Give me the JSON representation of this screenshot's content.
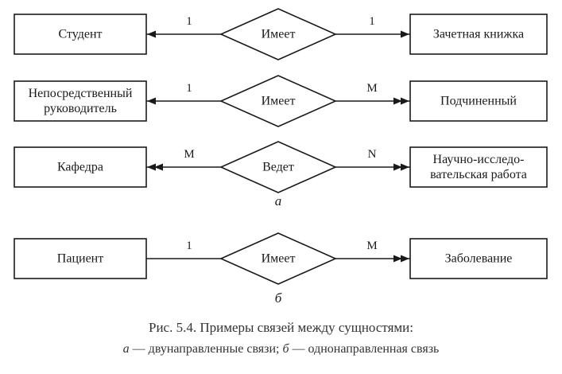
{
  "rows": [
    {
      "left": [
        "Студент"
      ],
      "relation": "Имеет",
      "right": [
        "Зачетная книжка"
      ],
      "left_card": "1",
      "right_card": "1",
      "left_arrow": "single",
      "right_arrow": "single"
    },
    {
      "left": [
        "Непосредственный",
        "руководитель"
      ],
      "relation": "Имеет",
      "right": [
        "Подчиненный"
      ],
      "left_card": "1",
      "right_card": "M",
      "left_arrow": "single",
      "right_arrow": "double"
    },
    {
      "left": [
        "Кафедра"
      ],
      "relation": "Ведет",
      "right": [
        "Научно-исследо-",
        "вательская работа"
      ],
      "left_card": "M",
      "right_card": "N",
      "left_arrow": "double",
      "right_arrow": "double"
    },
    {
      "left": [
        "Пациент"
      ],
      "relation": "Имеет",
      "right": [
        "Заболевание"
      ],
      "left_card": "1",
      "right_card": "M",
      "left_arrow": "none",
      "right_arrow": "double"
    }
  ],
  "part_labels": [
    "а",
    "б"
  ],
  "caption": {
    "line1": "Рис. 5.4. Примеры связей между сущностями:",
    "a_mark": "а",
    "a_text": " — двунаправленные связи; ",
    "b_mark": "б",
    "b_text": " — однонаправленная связь"
  },
  "colors": {
    "ink": "#1a1a1a",
    "caption": "#333333",
    "background": "#ffffff"
  }
}
